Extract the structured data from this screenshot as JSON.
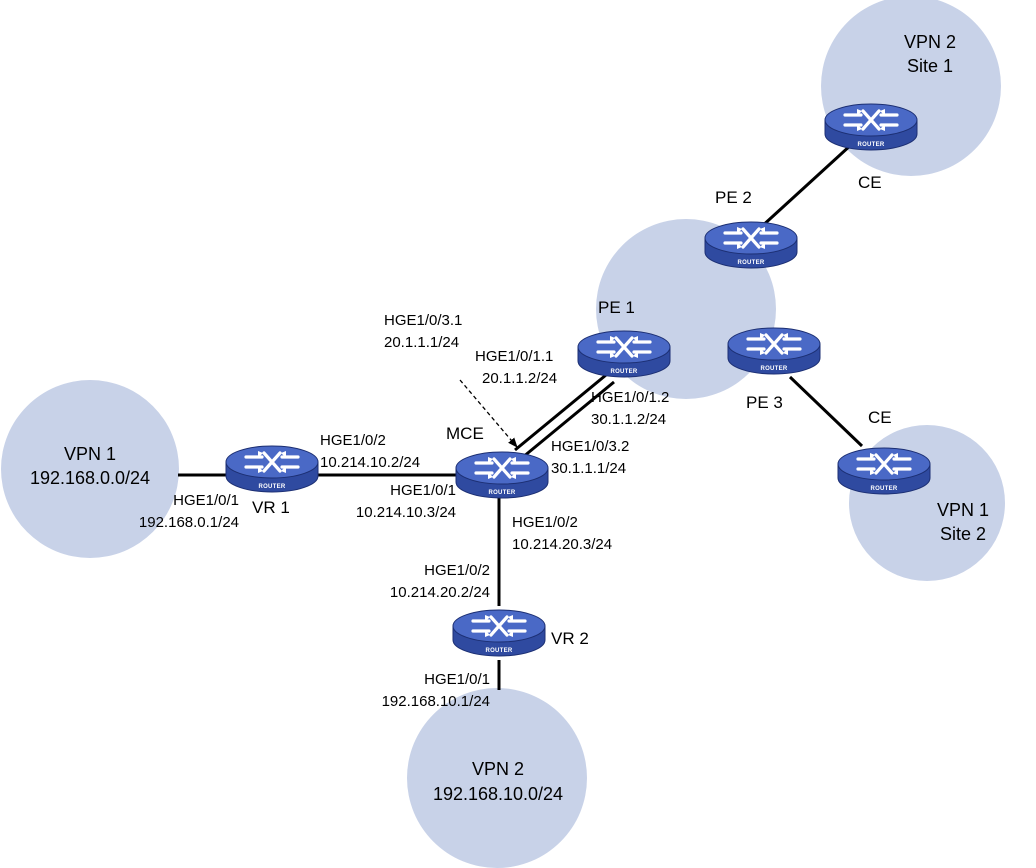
{
  "colors": {
    "cloud": "#c8d2e8",
    "router_top": "#4a69c6",
    "router_body": "#2f4aa0",
    "router_edge": "#1c2f73",
    "link": "#000000"
  },
  "icon": "router-icon",
  "router_caption": "ROUTER",
  "devices": {
    "pe1": "PE 1",
    "pe2": "PE 2",
    "pe3": "PE 3",
    "mce": "MCE",
    "vr1": "VR 1",
    "vr2": "VR 2",
    "ce_site1": "CE",
    "ce_site2": "CE"
  },
  "networks": {
    "vpn1_left": {
      "name": "VPN 1",
      "detail": "192.168.0.0/24"
    },
    "vpn2_bottom": {
      "name": "VPN 2",
      "detail": "192.168.10.0/24"
    },
    "vpn2_site1": {
      "name": "VPN 2",
      "detail": "Site 1"
    },
    "vpn1_site2": {
      "name": "VPN 1",
      "detail": "Site 2"
    }
  },
  "interfaces": {
    "vr1_hge101": {
      "port": "HGE1/0/1",
      "ip": "192.168.0.1/24"
    },
    "vr1_hge102": {
      "port": "HGE1/0/2",
      "ip": "10.214.10.2/24"
    },
    "mce_hge101": {
      "port": "HGE1/0/1",
      "ip": "10.214.10.3/24"
    },
    "mce_hge102": {
      "port": "HGE1/0/2",
      "ip": "10.214.20.3/24"
    },
    "mce_hge1031": {
      "port": "HGE1/0/3.1",
      "ip": "20.1.1.1/24"
    },
    "mce_hge1032": {
      "port": "HGE1/0/3.2",
      "ip": "30.1.1.1/24"
    },
    "pe1_hge1011": {
      "port": "HGE1/0/1.1",
      "ip": "20.1.1.2/24"
    },
    "pe1_hge1012": {
      "port": "HGE1/0/1.2",
      "ip": "30.1.1.2/24"
    },
    "vr2_hge102": {
      "port": "HGE1/0/2",
      "ip": "10.214.20.2/24"
    },
    "vr2_hge101": {
      "port": "HGE1/0/1",
      "ip": "192.168.10.1/24"
    }
  }
}
